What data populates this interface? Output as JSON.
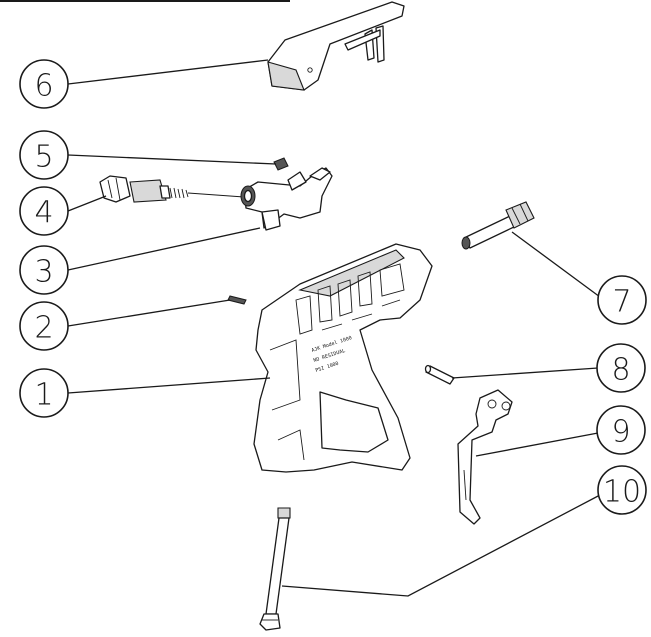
{
  "callouts": [
    {
      "id": "6",
      "label": "6"
    },
    {
      "id": "5",
      "label": "5"
    },
    {
      "id": "4",
      "label": "4"
    },
    {
      "id": "3",
      "label": "3"
    },
    {
      "id": "2",
      "label": "2"
    },
    {
      "id": "1",
      "label": "1"
    },
    {
      "id": "7",
      "label": "7"
    },
    {
      "id": "8",
      "label": "8"
    },
    {
      "id": "9",
      "label": "9"
    },
    {
      "id": "10",
      "label": "10"
    }
  ]
}
